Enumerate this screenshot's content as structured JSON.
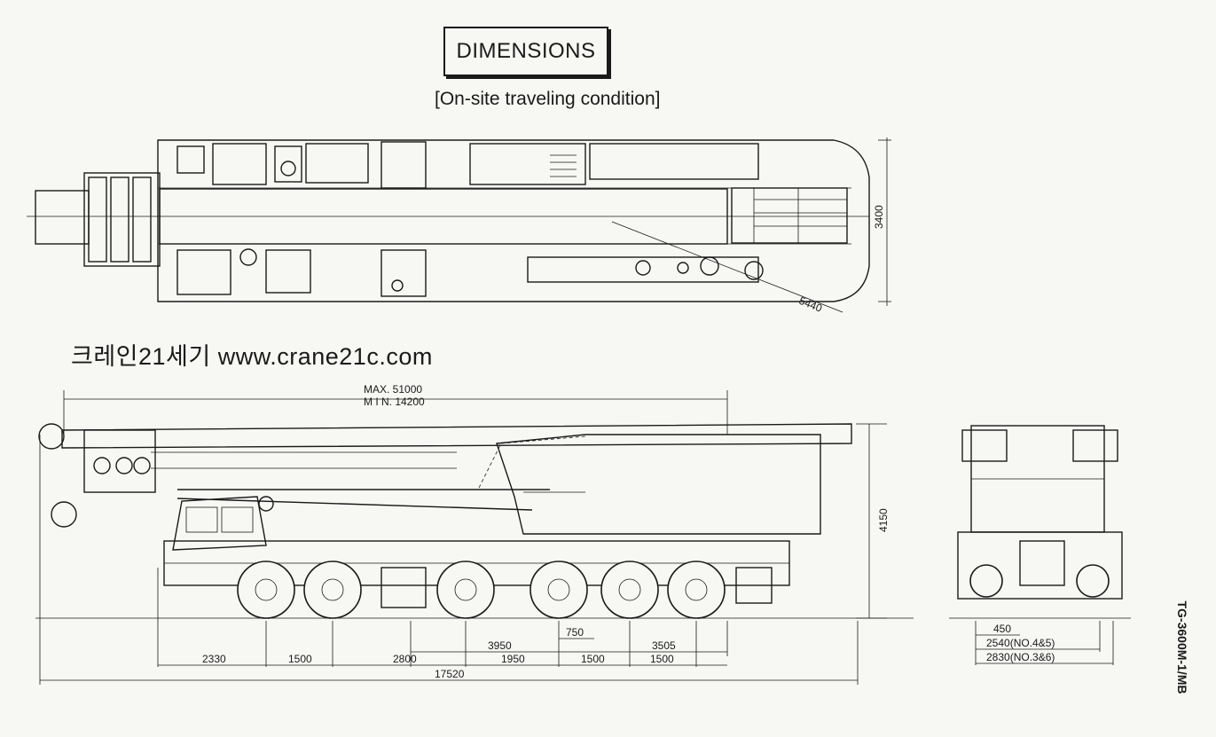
{
  "title": "DIMENSIONS",
  "subtitle": "[On-site traveling condition]",
  "watermark": "크레인21세기 www.crane21c.com",
  "model_code": "TG-3600M-1/MB",
  "top_view": {
    "width_dim": "3400",
    "diag_dim": "5440"
  },
  "side_view": {
    "boom_max": "MAX. 51000",
    "boom_min": "M I N. 14200",
    "height": "4150",
    "bottom_dims": [
      "2330",
      "1500",
      "2800",
      "1950",
      "1500",
      "1500"
    ],
    "mid_dims": [
      "3950",
      "750",
      "3505"
    ],
    "total_length": "17520"
  },
  "front_view": {
    "dim_450": "450",
    "dim_2540": "2540(NO.4&5)",
    "dim_2830": "2830(NO.3&6)"
  }
}
